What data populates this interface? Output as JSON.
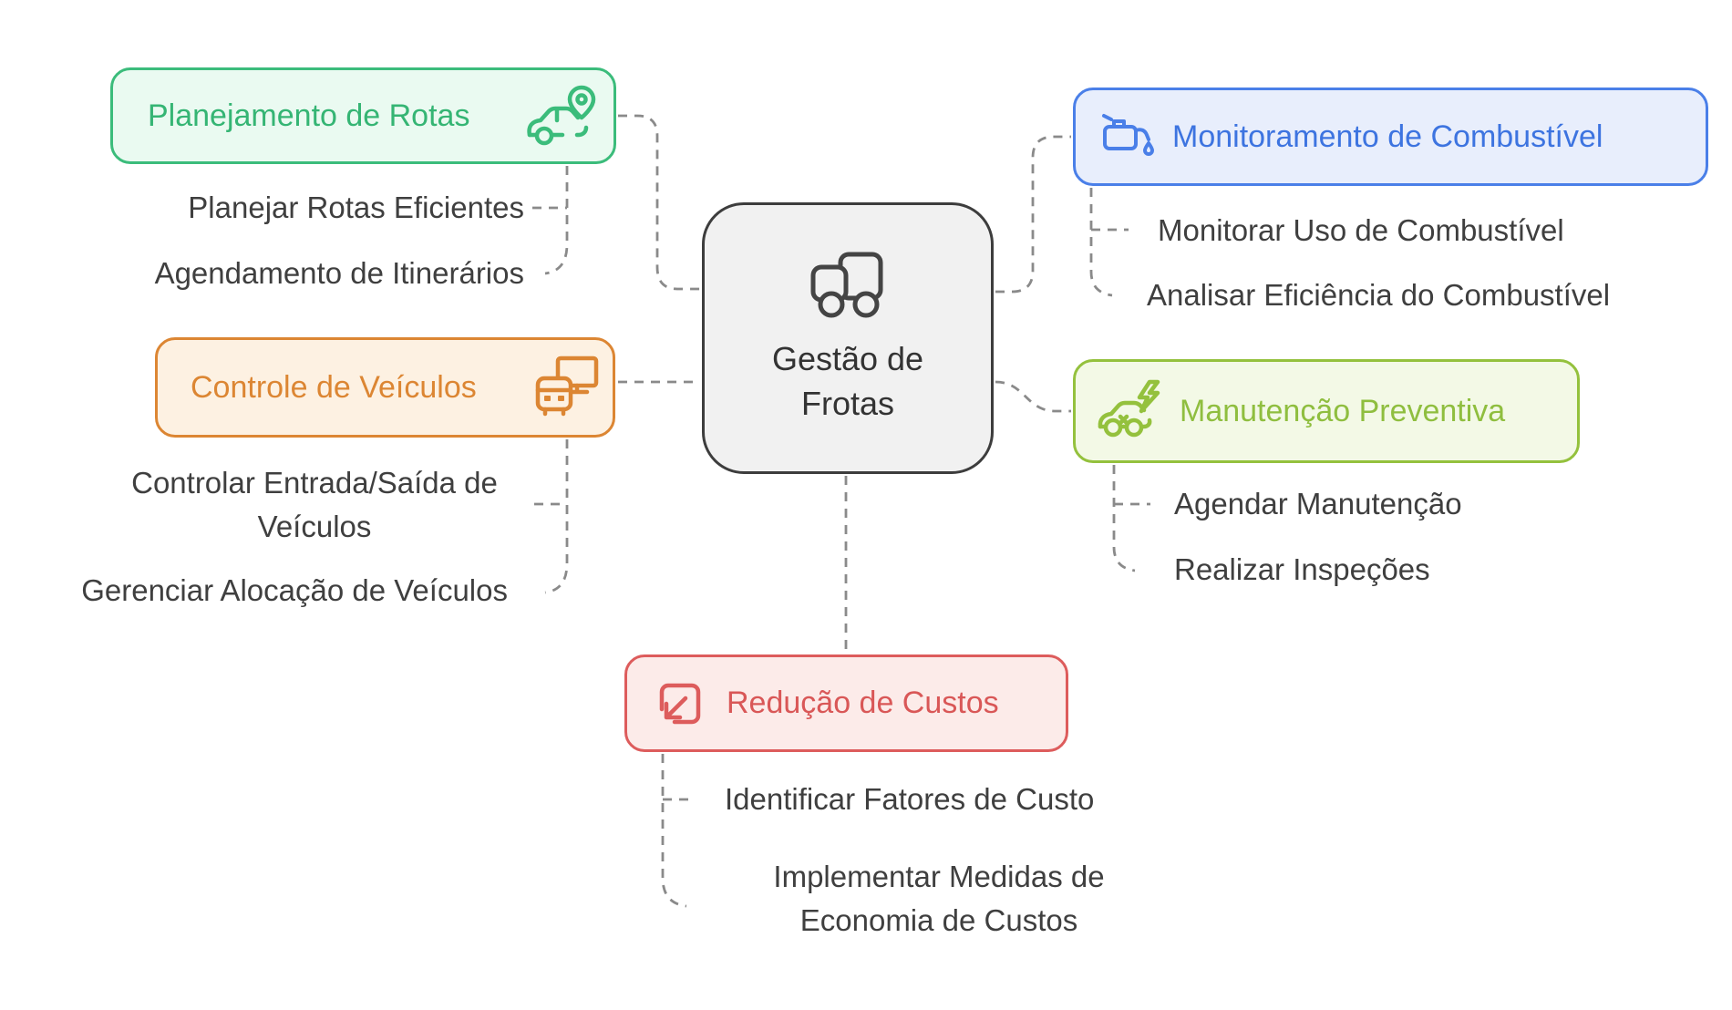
{
  "diagram_type": "mindmap",
  "connector_color": "#8a8a8a",
  "center": {
    "line1": "Gestão de",
    "line2": "Frotas",
    "icon": "truck-icon",
    "fill": "#f1f1f1",
    "border": "#3d3d3d"
  },
  "branches": [
    {
      "label": "Planejamento de Rotas",
      "icon": "car-location-pin-icon",
      "border": "#3bbc7b",
      "fill": "#eafaf1",
      "text_color": "#35b574",
      "children": [
        "Planejar Rotas Eficientes",
        "Agendamento de Itinerários"
      ]
    },
    {
      "label": "Controle de Veículos",
      "icon": "bus-monitor-icon",
      "border": "#dc8633",
      "fill": "#fdf1e2",
      "text_color": "#dc8633",
      "children": [
        "Controlar Entrada/Saída de Veículos",
        "Gerenciar Alocação de Veículos"
      ]
    },
    {
      "label": "Monitoramento de Combustível",
      "icon": "oil-can-icon",
      "border": "#4a7fe8",
      "fill": "#e8eefc",
      "text_color": "#3d74e0",
      "children": [
        "Monitorar Uso de Combustível",
        "Analisar Eficiência do Combustível"
      ]
    },
    {
      "label": "Manutenção Preventiva",
      "icon": "car-lightning-icon",
      "border": "#94c13d",
      "fill": "#f3f9e6",
      "text_color": "#8fbe3f",
      "children": [
        "Agendar Manutenção",
        "Realizar Inspeções"
      ]
    },
    {
      "label": "Redução de Custos",
      "icon": "cost-decrease-arrow-icon",
      "border": "#dd5c5c",
      "fill": "#fcebe9",
      "text_color": "#d95757",
      "children": [
        "Identificar Fatores de Custo",
        "Implementar Medidas de Economia de Custos"
      ]
    }
  ]
}
